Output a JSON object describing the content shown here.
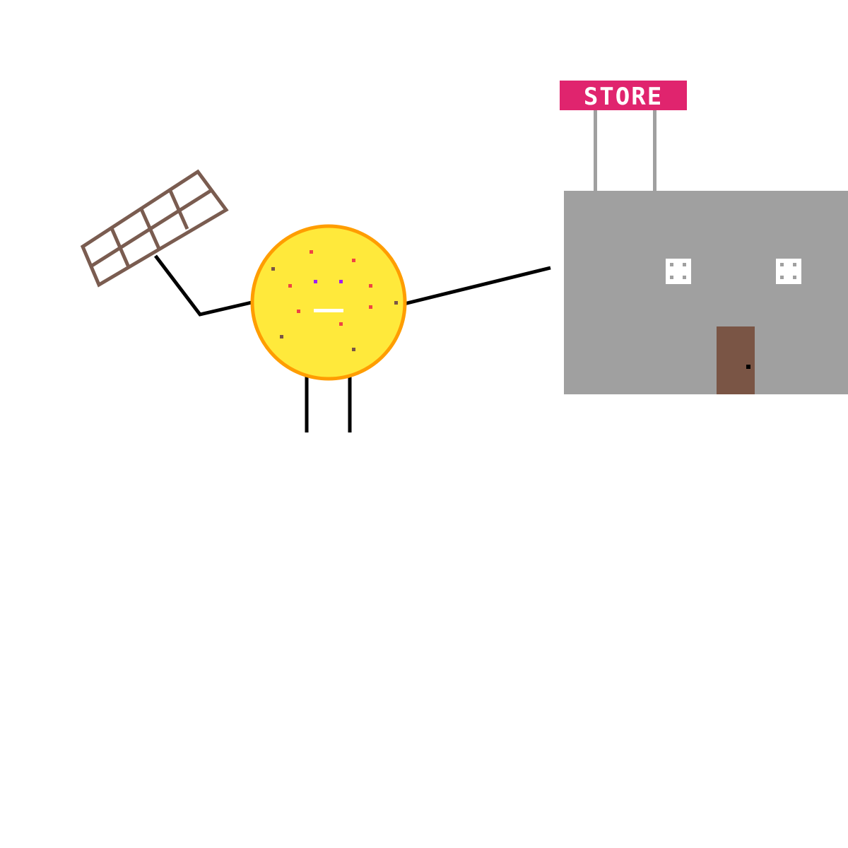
{
  "store": {
    "sign_text": "STORE"
  },
  "colors": {
    "background": "#ffffff",
    "cookie_fill": "#ffe93b",
    "cookie_outline": "#ff9d00",
    "stick": "#000000",
    "sign_bg": "#e0246e",
    "sign_text": "#ffffff",
    "sign_poles": "#a0a0a0",
    "building": "#a0a0a0",
    "window": "#ffffff",
    "door": "#7a5545",
    "bar_outline": "#7a5c50"
  },
  "icons": {
    "character": "cookie-character",
    "held_object": "chocolate-bar",
    "building": "store-building"
  }
}
